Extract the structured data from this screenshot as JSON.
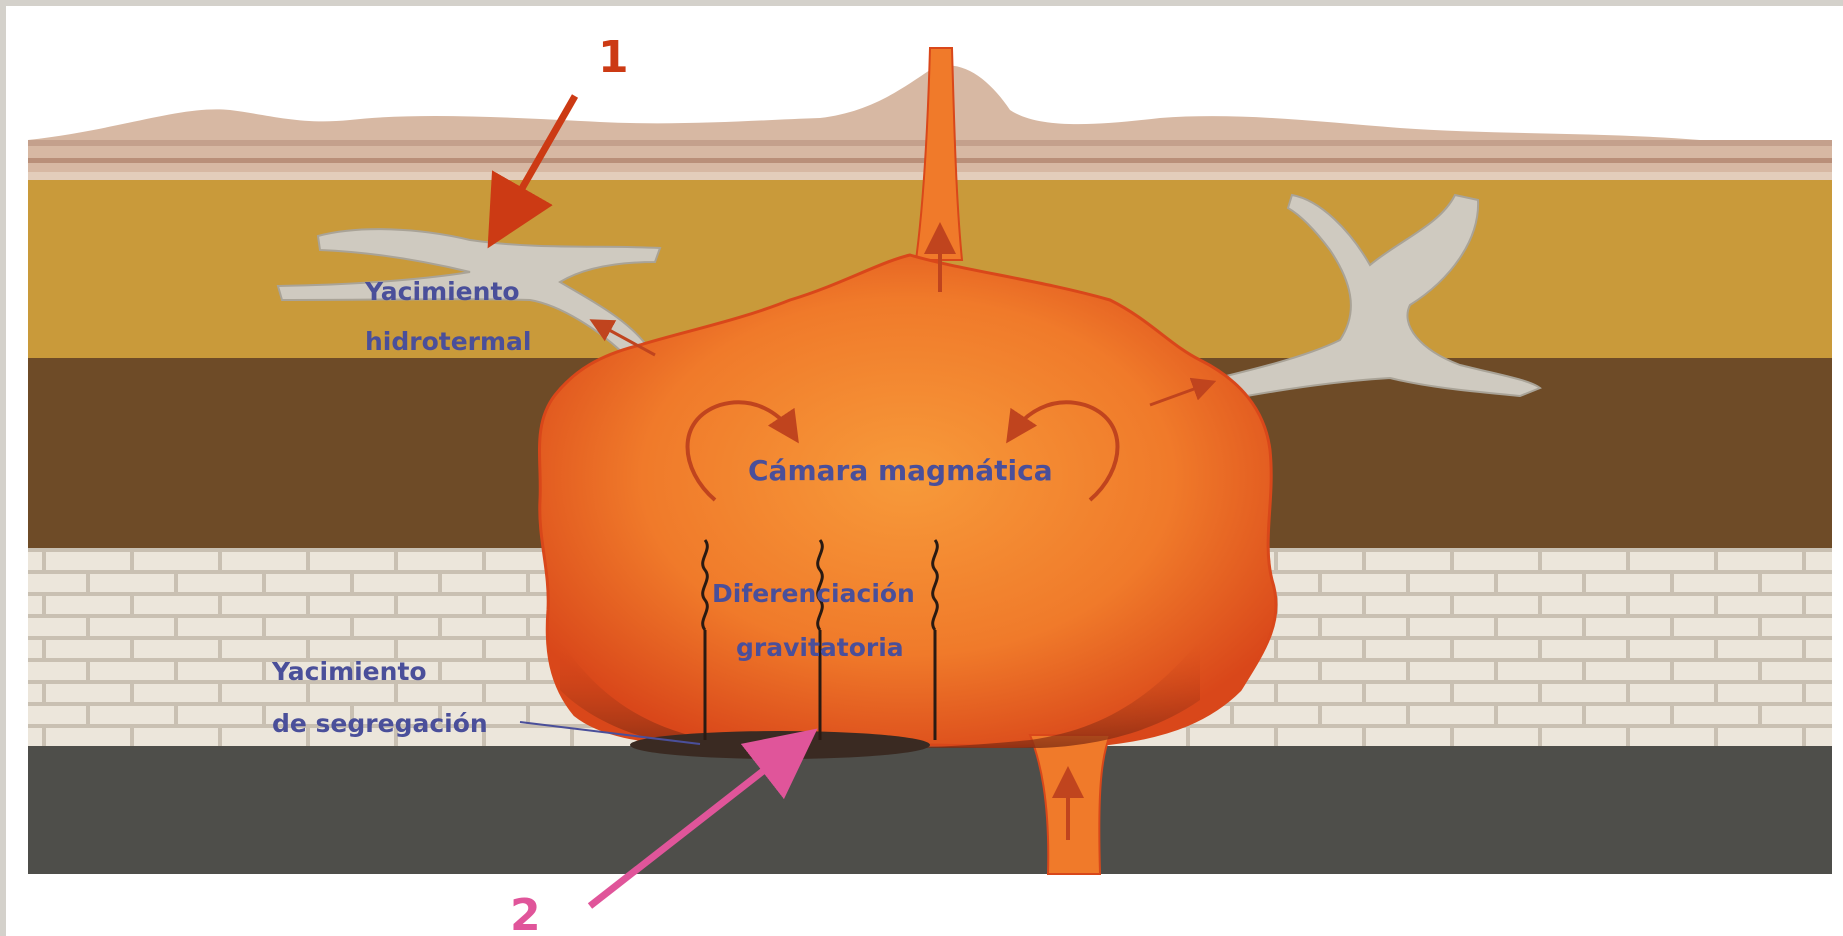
{
  "markers": {
    "one": "1",
    "two": "2"
  },
  "labels": {
    "hydrothermal_line1": "Yacimiento",
    "hydrothermal_line2": "hidrotermal",
    "chamber": "Cámara magmática",
    "differentiation_line1": "Diferenciación",
    "differentiation_line2": "gravitatoria",
    "segregation_line1": "Yacimiento",
    "segregation_line2": "de segregación"
  },
  "colors": {
    "label_text": "#4a4f9a",
    "marker_one": "#cc3a14",
    "marker_two": "#e0559a",
    "magma": "#f07a2a",
    "magma_dark": "#d9471a",
    "ochre_layer": "#c99a3a",
    "brown_layer": "#6e4b27",
    "brick_layer": "#ece6db",
    "basalt_layer": "#4e4e4a",
    "surface": "#d7b8a3",
    "vein": "#cfcac0"
  }
}
